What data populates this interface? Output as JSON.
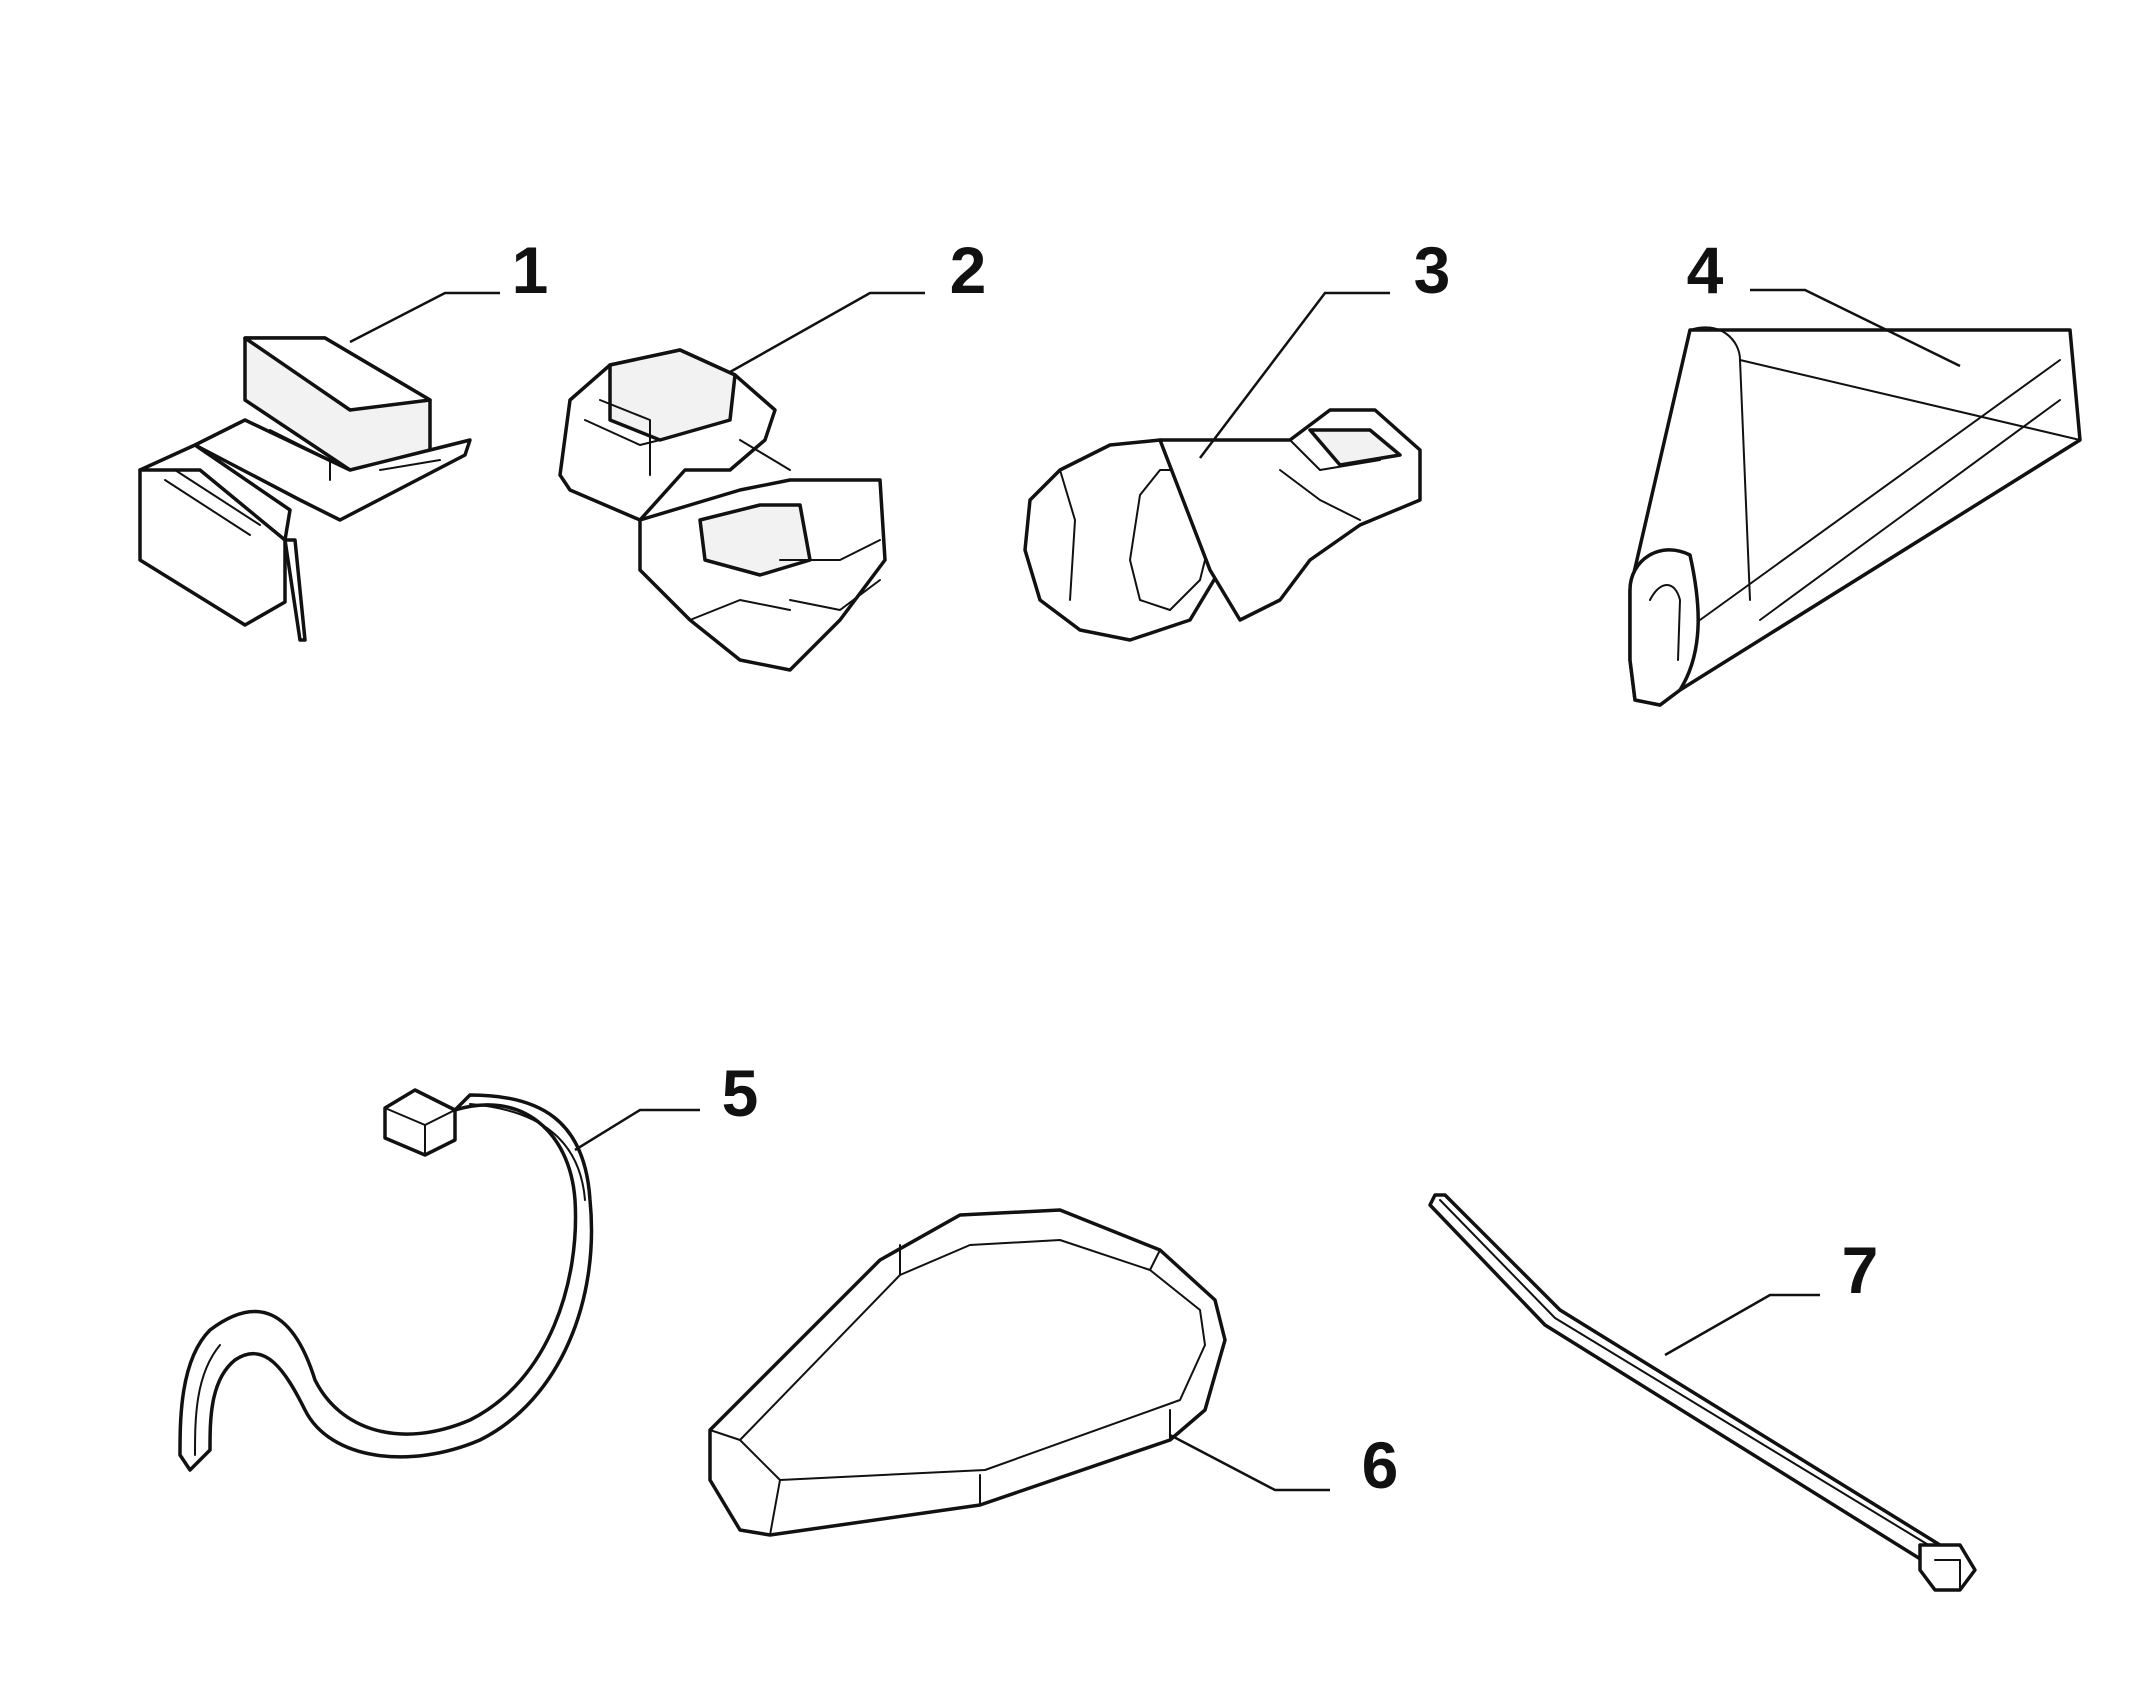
{
  "diagram": {
    "callouts": [
      {
        "id": "1",
        "label": "1"
      },
      {
        "id": "2",
        "label": "2"
      },
      {
        "id": "3",
        "label": "3"
      },
      {
        "id": "4",
        "label": "4"
      },
      {
        "id": "5",
        "label": "5"
      },
      {
        "id": "6",
        "label": "6"
      },
      {
        "id": "7",
        "label": "7"
      }
    ],
    "parts": [
      {
        "id": "1",
        "icon": "connector-clip-icon"
      },
      {
        "id": "2",
        "icon": "connector-holder-icon"
      },
      {
        "id": "3",
        "icon": "cable-clip-icon"
      },
      {
        "id": "4",
        "icon": "edge-trim-profile-icon"
      },
      {
        "id": "5",
        "icon": "flat-strap-with-connector-icon"
      },
      {
        "id": "6",
        "icon": "retaining-band-icon"
      },
      {
        "id": "7",
        "icon": "cable-tie-icon"
      }
    ]
  }
}
